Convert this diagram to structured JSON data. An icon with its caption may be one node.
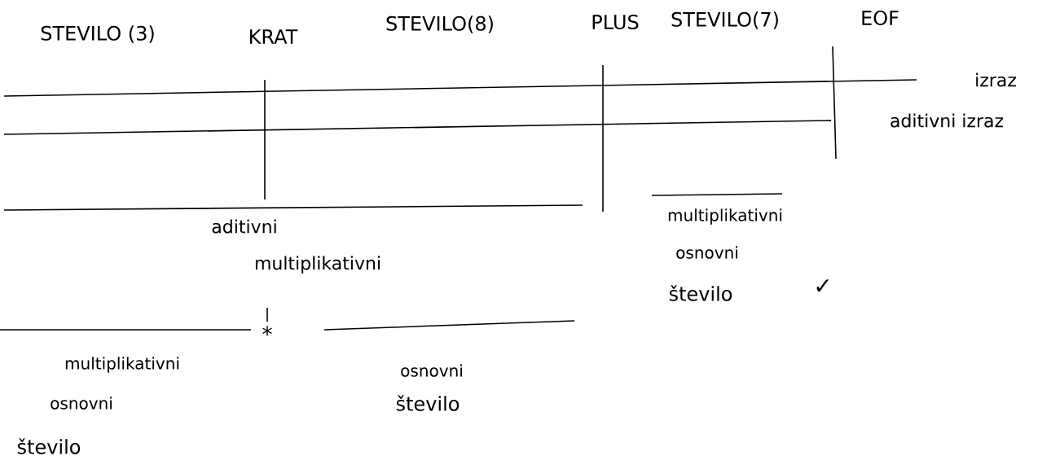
{
  "diagram": {
    "labels": [
      "STEVILO (3)",
      "KRAT",
      "STEVILO(8)",
      "PLUS",
      "STEVILO(7)",
      "EOF",
      "izraz",
      "aditivni izraz",
      "multiplikativni",
      "aditivni",
      "osnovni",
      "multiplikativni",
      "število",
      "✓",
      "*",
      "multiplikativni",
      "osnovni",
      "osnovni",
      "število",
      "število"
    ]
  }
}
